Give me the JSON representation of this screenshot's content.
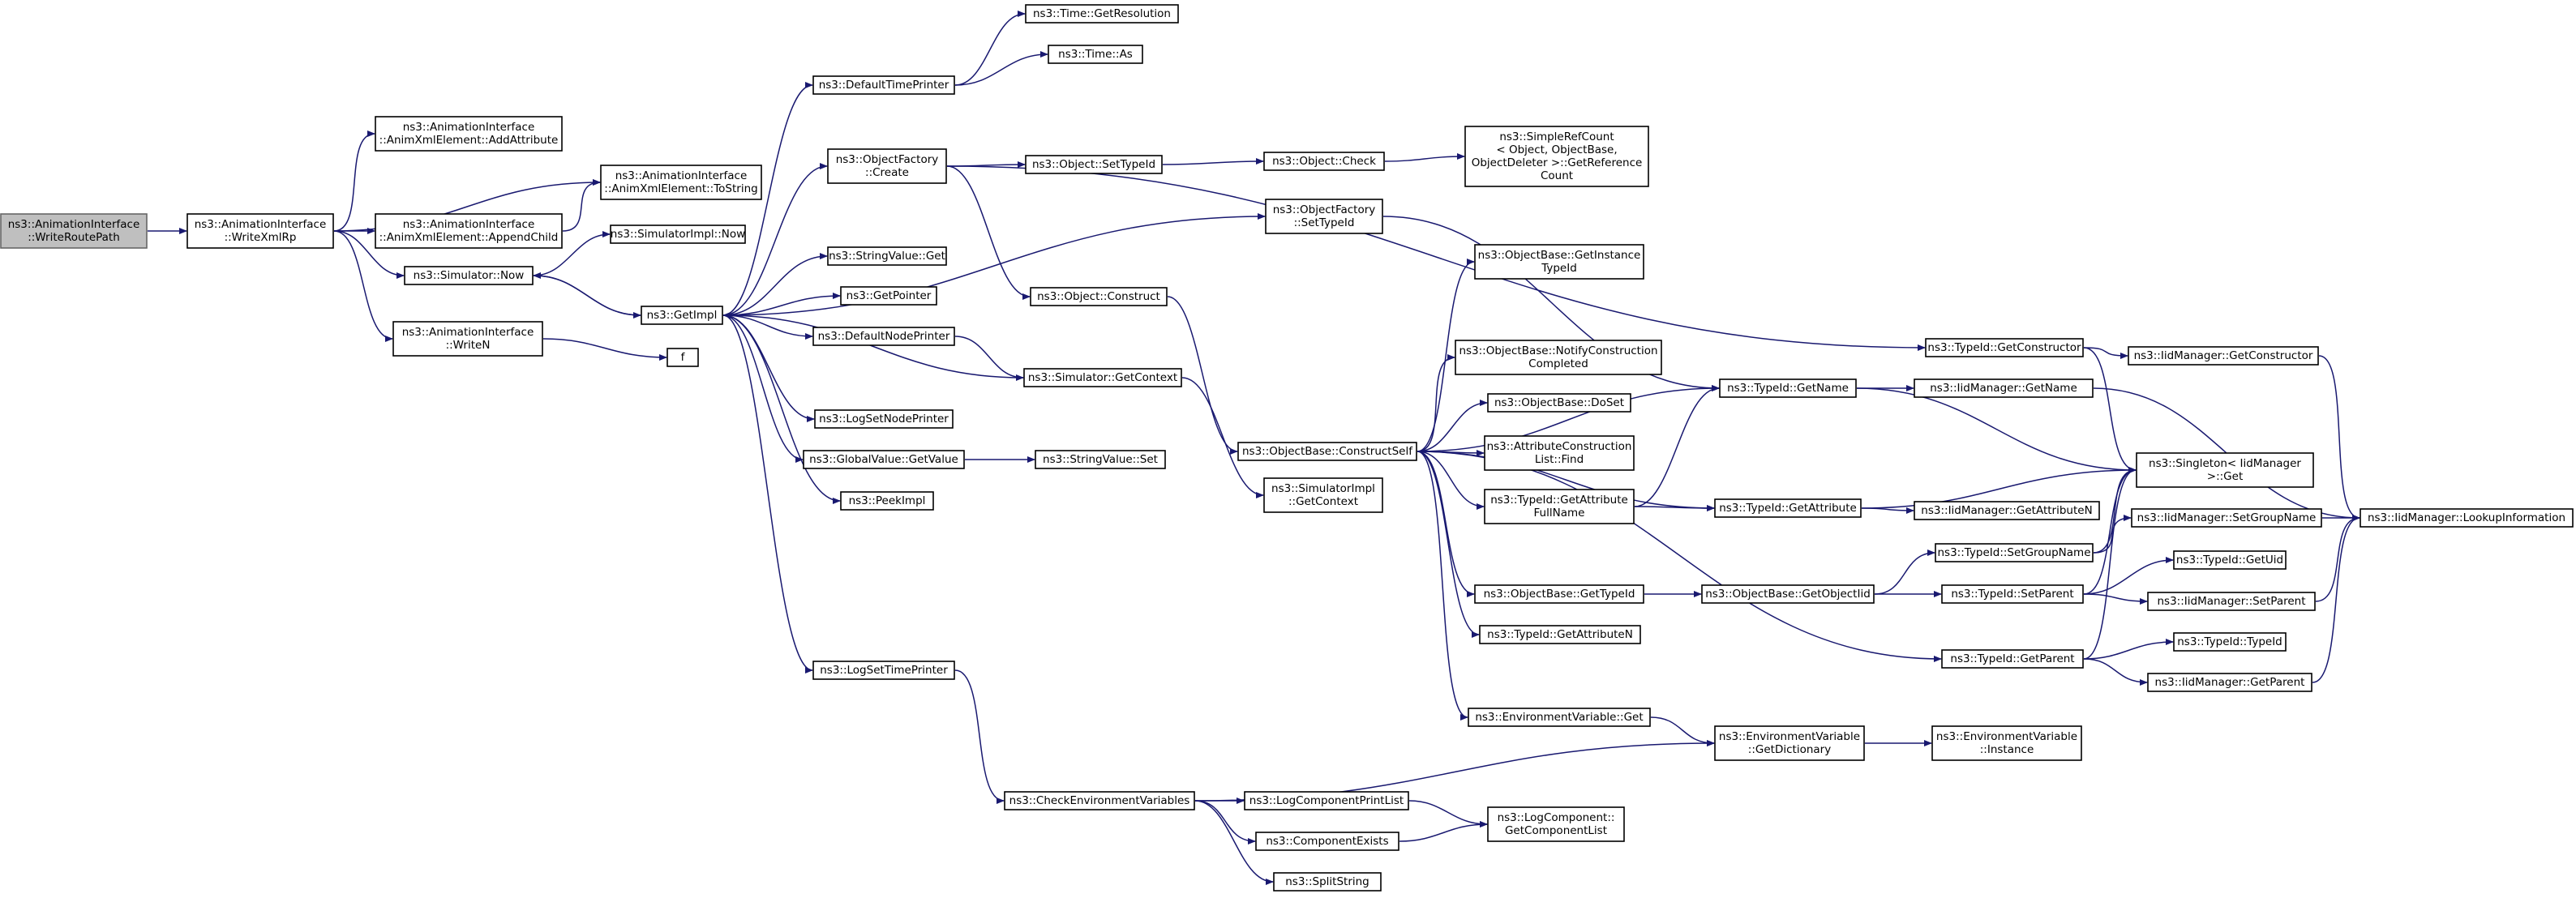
{
  "diagram": {
    "kind": "call-graph",
    "colors": {
      "edge": "#191970",
      "root_fill": "#bfbfbf",
      "node_fill": "#ffffff",
      "node_border": "#000000"
    },
    "nodes": [
      {
        "id": "writeRoutePath",
        "lines": [
          "ns3::AnimationInterface",
          "::WriteRoutePath"
        ],
        "root": true
      },
      {
        "id": "writeXmlRp",
        "lines": [
          "ns3::AnimationInterface",
          "::WriteXmlRp"
        ]
      },
      {
        "id": "addAttribute",
        "lines": [
          "ns3::AnimationInterface",
          "::AnimXmlElement::AddAttribute"
        ]
      },
      {
        "id": "toString",
        "lines": [
          "ns3::AnimationInterface",
          "::AnimXmlElement::ToString"
        ]
      },
      {
        "id": "appendChild",
        "lines": [
          "ns3::AnimationInterface",
          "::AnimXmlElement::AppendChild"
        ]
      },
      {
        "id": "simulatorNow",
        "lines": [
          "ns3::Simulator::Now"
        ]
      },
      {
        "id": "simImplNow",
        "lines": [
          "ns3::SimulatorImpl::Now"
        ]
      },
      {
        "id": "writeN",
        "lines": [
          "ns3::AnimationInterface",
          "::WriteN"
        ]
      },
      {
        "id": "f",
        "lines": [
          "f"
        ]
      },
      {
        "id": "getImpl",
        "lines": [
          "ns3::GetImpl"
        ]
      },
      {
        "id": "defaultTimePrinter",
        "lines": [
          "ns3::DefaultTimePrinter"
        ]
      },
      {
        "id": "timeGetResolution",
        "lines": [
          "ns3::Time::GetResolution"
        ]
      },
      {
        "id": "timeAs",
        "lines": [
          "ns3::Time::As"
        ]
      },
      {
        "id": "objectFactoryCreate",
        "lines": [
          "ns3::ObjectFactory",
          "::Create"
        ]
      },
      {
        "id": "objectSetTypeId",
        "lines": [
          "ns3::Object::SetTypeId"
        ]
      },
      {
        "id": "objectCheck",
        "lines": [
          "ns3::Object::Check"
        ]
      },
      {
        "id": "simpleRefCount",
        "lines": [
          "ns3::SimpleRefCount",
          "< Object, ObjectBase,",
          "ObjectDeleter >::GetReference",
          "Count"
        ]
      },
      {
        "id": "objectFactorySetTypeId",
        "lines": [
          "ns3::ObjectFactory",
          "::SetTypeId"
        ]
      },
      {
        "id": "stringValueGet",
        "lines": [
          "ns3::StringValue::Get"
        ]
      },
      {
        "id": "getPointer",
        "lines": [
          "ns3::GetPointer"
        ]
      },
      {
        "id": "objectConstruct",
        "lines": [
          "ns3::Object::Construct"
        ]
      },
      {
        "id": "defaultNodePrinter",
        "lines": [
          "ns3::DefaultNodePrinter"
        ]
      },
      {
        "id": "simulatorGetContext",
        "lines": [
          "ns3::Simulator::GetContext"
        ]
      },
      {
        "id": "logSetNodePrinter",
        "lines": [
          "ns3::LogSetNodePrinter"
        ]
      },
      {
        "id": "globalValueGetValue",
        "lines": [
          "ns3::GlobalValue::GetValue"
        ]
      },
      {
        "id": "stringValueSet",
        "lines": [
          "ns3::StringValue::Set"
        ]
      },
      {
        "id": "peekImpl",
        "lines": [
          "ns3::PeekImpl"
        ]
      },
      {
        "id": "simImplGetContext",
        "lines": [
          "ns3::SimulatorImpl",
          "::GetContext"
        ]
      },
      {
        "id": "constructSelf",
        "lines": [
          "ns3::ObjectBase::ConstructSelf"
        ]
      },
      {
        "id": "getInstanceTypeId",
        "lines": [
          "ns3::ObjectBase::GetInstance",
          "TypeId"
        ]
      },
      {
        "id": "notifyConstructionCompleted",
        "lines": [
          "ns3::ObjectBase::NotifyConstruction",
          "Completed"
        ]
      },
      {
        "id": "doSet",
        "lines": [
          "ns3::ObjectBase::DoSet"
        ]
      },
      {
        "id": "attrConstructionListFind",
        "lines": [
          "ns3::AttributeConstruction",
          "List::Find"
        ]
      },
      {
        "id": "getAttributeFullName",
        "lines": [
          "ns3::TypeId::GetAttribute",
          "FullName"
        ]
      },
      {
        "id": "objectBaseGetTypeId",
        "lines": [
          "ns3::ObjectBase::GetTypeId"
        ]
      },
      {
        "id": "typeIdGetAttributeN",
        "lines": [
          "ns3::TypeId::GetAttributeN"
        ]
      },
      {
        "id": "envVarGet",
        "lines": [
          "ns3::EnvironmentVariable::Get"
        ]
      },
      {
        "id": "typeIdGetConstructor",
        "lines": [
          "ns3::TypeId::GetConstructor"
        ]
      },
      {
        "id": "typeIdGetName",
        "lines": [
          "ns3::TypeId::GetName"
        ]
      },
      {
        "id": "typeIdGetAttribute",
        "lines": [
          "ns3::TypeId::GetAttribute"
        ]
      },
      {
        "id": "getObjectIid",
        "lines": [
          "ns3::ObjectBase::GetObjectIid"
        ]
      },
      {
        "id": "envVarGetDictionary",
        "lines": [
          "ns3::EnvironmentVariable",
          "::GetDictionary"
        ]
      },
      {
        "id": "iidGetConstructor",
        "lines": [
          "ns3::IidManager::GetConstructor"
        ]
      },
      {
        "id": "iidGetName",
        "lines": [
          "ns3::IidManager::GetName"
        ]
      },
      {
        "id": "singletonGet",
        "lines": [
          "ns3::Singleton< IidManager",
          ">::Get"
        ]
      },
      {
        "id": "iidGetAttributeN",
        "lines": [
          "ns3::IidManager::GetAttributeN"
        ]
      },
      {
        "id": "typeIdSetGroupName",
        "lines": [
          "ns3::TypeId::SetGroupName"
        ]
      },
      {
        "id": "typeIdSetParent",
        "lines": [
          "ns3::TypeId::SetParent"
        ]
      },
      {
        "id": "typeIdGetParent",
        "lines": [
          "ns3::TypeId::GetParent"
        ]
      },
      {
        "id": "envVarInstance",
        "lines": [
          "ns3::EnvironmentVariable",
          "::Instance"
        ]
      },
      {
        "id": "iidSetGroupName",
        "lines": [
          "ns3::IidManager::SetGroupName"
        ]
      },
      {
        "id": "typeIdGetUid",
        "lines": [
          "ns3::TypeId::GetUid"
        ]
      },
      {
        "id": "iidSetParent",
        "lines": [
          "ns3::IidManager::SetParent"
        ]
      },
      {
        "id": "typeIdTypeId",
        "lines": [
          "ns3::TypeId::TypeId"
        ]
      },
      {
        "id": "iidGetParent",
        "lines": [
          "ns3::IidManager::GetParent"
        ]
      },
      {
        "id": "iidLookupInformation",
        "lines": [
          "ns3::IidManager::LookupInformation"
        ]
      },
      {
        "id": "logSetTimePrinter",
        "lines": [
          "ns3::LogSetTimePrinter"
        ]
      },
      {
        "id": "checkEnvVars",
        "lines": [
          "ns3::CheckEnvironmentVariables"
        ]
      },
      {
        "id": "logComponentPrintList",
        "lines": [
          "ns3::LogComponentPrintList"
        ]
      },
      {
        "id": "componentExists",
        "lines": [
          "ns3::ComponentExists"
        ]
      },
      {
        "id": "splitString",
        "lines": [
          "ns3::SplitString"
        ]
      },
      {
        "id": "getComponentList",
        "lines": [
          "ns3::LogComponent::",
          "GetComponentList"
        ]
      }
    ],
    "edges": [
      [
        "writeRoutePath",
        "writeXmlRp"
      ],
      [
        "writeXmlRp",
        "addAttribute"
      ],
      [
        "writeXmlRp",
        "toString"
      ],
      [
        "writeXmlRp",
        "appendChild"
      ],
      [
        "writeXmlRp",
        "simulatorNow"
      ],
      [
        "writeXmlRp",
        "writeN"
      ],
      [
        "appendChild",
        "toString"
      ],
      [
        "simulatorNow",
        "simImplNow"
      ],
      [
        "simulatorNow",
        "getImpl"
      ],
      [
        "writeN",
        "f"
      ],
      [
        "getImpl",
        "simulatorNow"
      ],
      [
        "getImpl",
        "defaultTimePrinter"
      ],
      [
        "getImpl",
        "objectFactoryCreate"
      ],
      [
        "getImpl",
        "objectFactorySetTypeId"
      ],
      [
        "getImpl",
        "stringValueGet"
      ],
      [
        "getImpl",
        "getPointer"
      ],
      [
        "getImpl",
        "defaultNodePrinter"
      ],
      [
        "getImpl",
        "logSetNodePrinter"
      ],
      [
        "getImpl",
        "globalValueGetValue"
      ],
      [
        "getImpl",
        "peekImpl"
      ],
      [
        "getImpl",
        "logSetTimePrinter"
      ],
      [
        "simulatorGetContext",
        "getImpl"
      ],
      [
        "defaultNodePrinter",
        "simulatorGetContext"
      ],
      [
        "defaultTimePrinter",
        "timeGetResolution"
      ],
      [
        "defaultTimePrinter",
        "timeAs"
      ],
      [
        "objectFactoryCreate",
        "objectSetTypeId"
      ],
      [
        "objectFactoryCreate",
        "objectConstruct"
      ],
      [
        "objectFactoryCreate",
        "typeIdGetConstructor"
      ],
      [
        "objectSetTypeId",
        "objectCheck"
      ],
      [
        "objectCheck",
        "simpleRefCount"
      ],
      [
        "objectFactorySetTypeId",
        "typeIdGetName"
      ],
      [
        "globalValueGetValue",
        "stringValueSet"
      ],
      [
        "simulatorGetContext",
        "simImplGetContext"
      ],
      [
        "objectConstruct",
        "constructSelf"
      ],
      [
        "constructSelf",
        "getInstanceTypeId"
      ],
      [
        "constructSelf",
        "notifyConstructionCompleted"
      ],
      [
        "constructSelf",
        "doSet"
      ],
      [
        "constructSelf",
        "attrConstructionListFind"
      ],
      [
        "constructSelf",
        "getAttributeFullName"
      ],
      [
        "constructSelf",
        "objectBaseGetTypeId"
      ],
      [
        "constructSelf",
        "typeIdGetAttributeN"
      ],
      [
        "constructSelf",
        "envVarGet"
      ],
      [
        "constructSelf",
        "typeIdGetName"
      ],
      [
        "constructSelf",
        "typeIdGetAttribute"
      ],
      [
        "constructSelf",
        "typeIdGetParent"
      ],
      [
        "getAttributeFullName",
        "typeIdGetName"
      ],
      [
        "getAttributeFullName",
        "typeIdGetAttribute"
      ],
      [
        "objectBaseGetTypeId",
        "getObjectIid"
      ],
      [
        "getObjectIid",
        "typeIdSetGroupName"
      ],
      [
        "getObjectIid",
        "typeIdSetParent"
      ],
      [
        "envVarGet",
        "envVarGetDictionary"
      ],
      [
        "typeIdGetConstructor",
        "iidGetConstructor"
      ],
      [
        "typeIdGetConstructor",
        "singletonGet"
      ],
      [
        "typeIdGetName",
        "iidGetName"
      ],
      [
        "typeIdGetName",
        "singletonGet"
      ],
      [
        "typeIdGetAttribute",
        "iidGetAttributeN"
      ],
      [
        "typeIdGetAttribute",
        "singletonGet"
      ],
      [
        "typeIdSetGroupName",
        "iidSetGroupName"
      ],
      [
        "typeIdSetGroupName",
        "singletonGet"
      ],
      [
        "typeIdSetParent",
        "typeIdGetUid"
      ],
      [
        "typeIdSetParent",
        "iidSetParent"
      ],
      [
        "typeIdSetParent",
        "singletonGet"
      ],
      [
        "typeIdGetParent",
        "typeIdTypeId"
      ],
      [
        "typeIdGetParent",
        "iidGetParent"
      ],
      [
        "typeIdGetParent",
        "singletonGet"
      ],
      [
        "envVarGetDictionary",
        "envVarInstance"
      ],
      [
        "iidGetConstructor",
        "iidLookupInformation"
      ],
      [
        "iidGetName",
        "iidLookupInformation"
      ],
      [
        "iidSetGroupName",
        "iidLookupInformation"
      ],
      [
        "iidSetParent",
        "iidLookupInformation"
      ],
      [
        "iidGetParent",
        "iidLookupInformation"
      ],
      [
        "logSetTimePrinter",
        "checkEnvVars"
      ],
      [
        "checkEnvVars",
        "envVarGetDictionary"
      ],
      [
        "checkEnvVars",
        "logComponentPrintList"
      ],
      [
        "checkEnvVars",
        "componentExists"
      ],
      [
        "checkEnvVars",
        "splitString"
      ],
      [
        "logComponentPrintList",
        "getComponentList"
      ],
      [
        "componentExists",
        "getComponentList"
      ]
    ]
  }
}
